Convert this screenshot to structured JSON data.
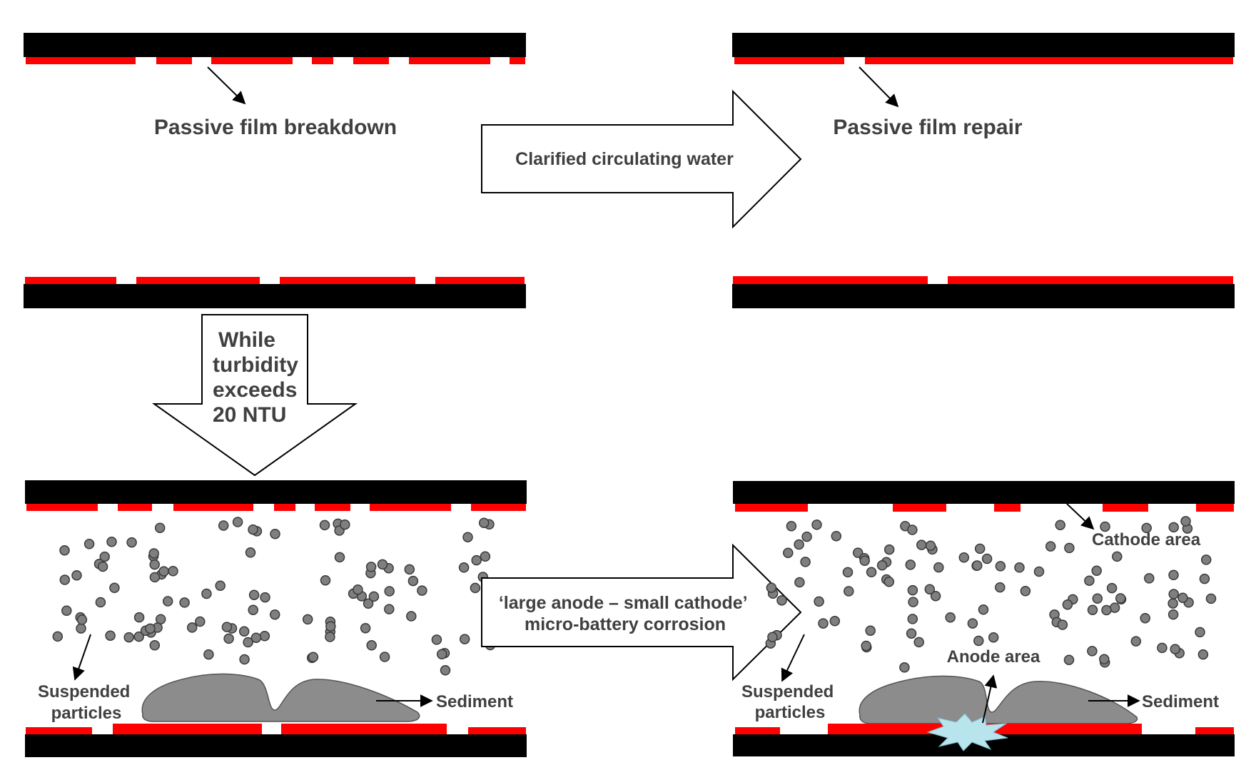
{
  "labels": {
    "passive_film_breakdown": "Passive film breakdown",
    "passive_film_repair": "Passive film repair",
    "clarified_water": "Clarified circulating water",
    "turbidity": [
      "While",
      "turbidity",
      "exceeds",
      "20 NTU"
    ],
    "corrosion": [
      "‘large anode – small cathode’",
      "micro-battery corrosion"
    ],
    "suspended_left": [
      "Suspended",
      "particles"
    ],
    "sediment_left": "Sediment",
    "suspended_right": [
      "Suspended",
      "particles"
    ],
    "sediment_right": "Sediment",
    "cathode_area": "Cathode area",
    "anode_area": "Anode area"
  },
  "colors": {
    "metal": "#000000",
    "passive_film": "#ff0000",
    "particle": "#7f7f7f",
    "sediment": "#8c8c8c",
    "corrosion_pit": "#b8e4ee",
    "text": "#404040"
  }
}
